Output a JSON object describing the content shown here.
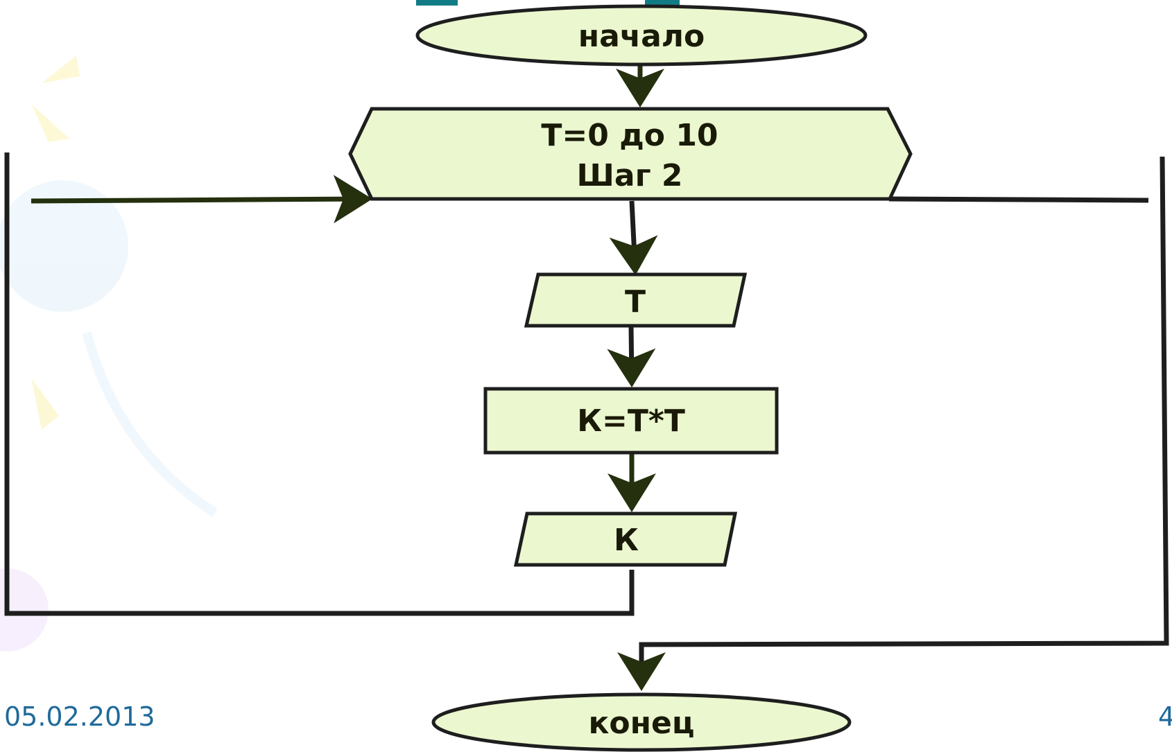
{
  "flowchart": {
    "start": {
      "label": "начало"
    },
    "loop": {
      "line1": "Т=0 до 10",
      "line2": "Шаг 2"
    },
    "input": {
      "label": "Т"
    },
    "process": {
      "label": "К=Т*Т"
    },
    "output": {
      "label": "К"
    },
    "end": {
      "label": "конец"
    }
  },
  "footer": {
    "date": "05.02.2013",
    "slide_number": "4"
  },
  "colors": {
    "node_fill": "#ebf7cf",
    "node_stroke": "#1e1e1e",
    "arrow_green": "#24300e",
    "title_teal": "#127c86",
    "footer_blue": "#1f6a9a"
  }
}
